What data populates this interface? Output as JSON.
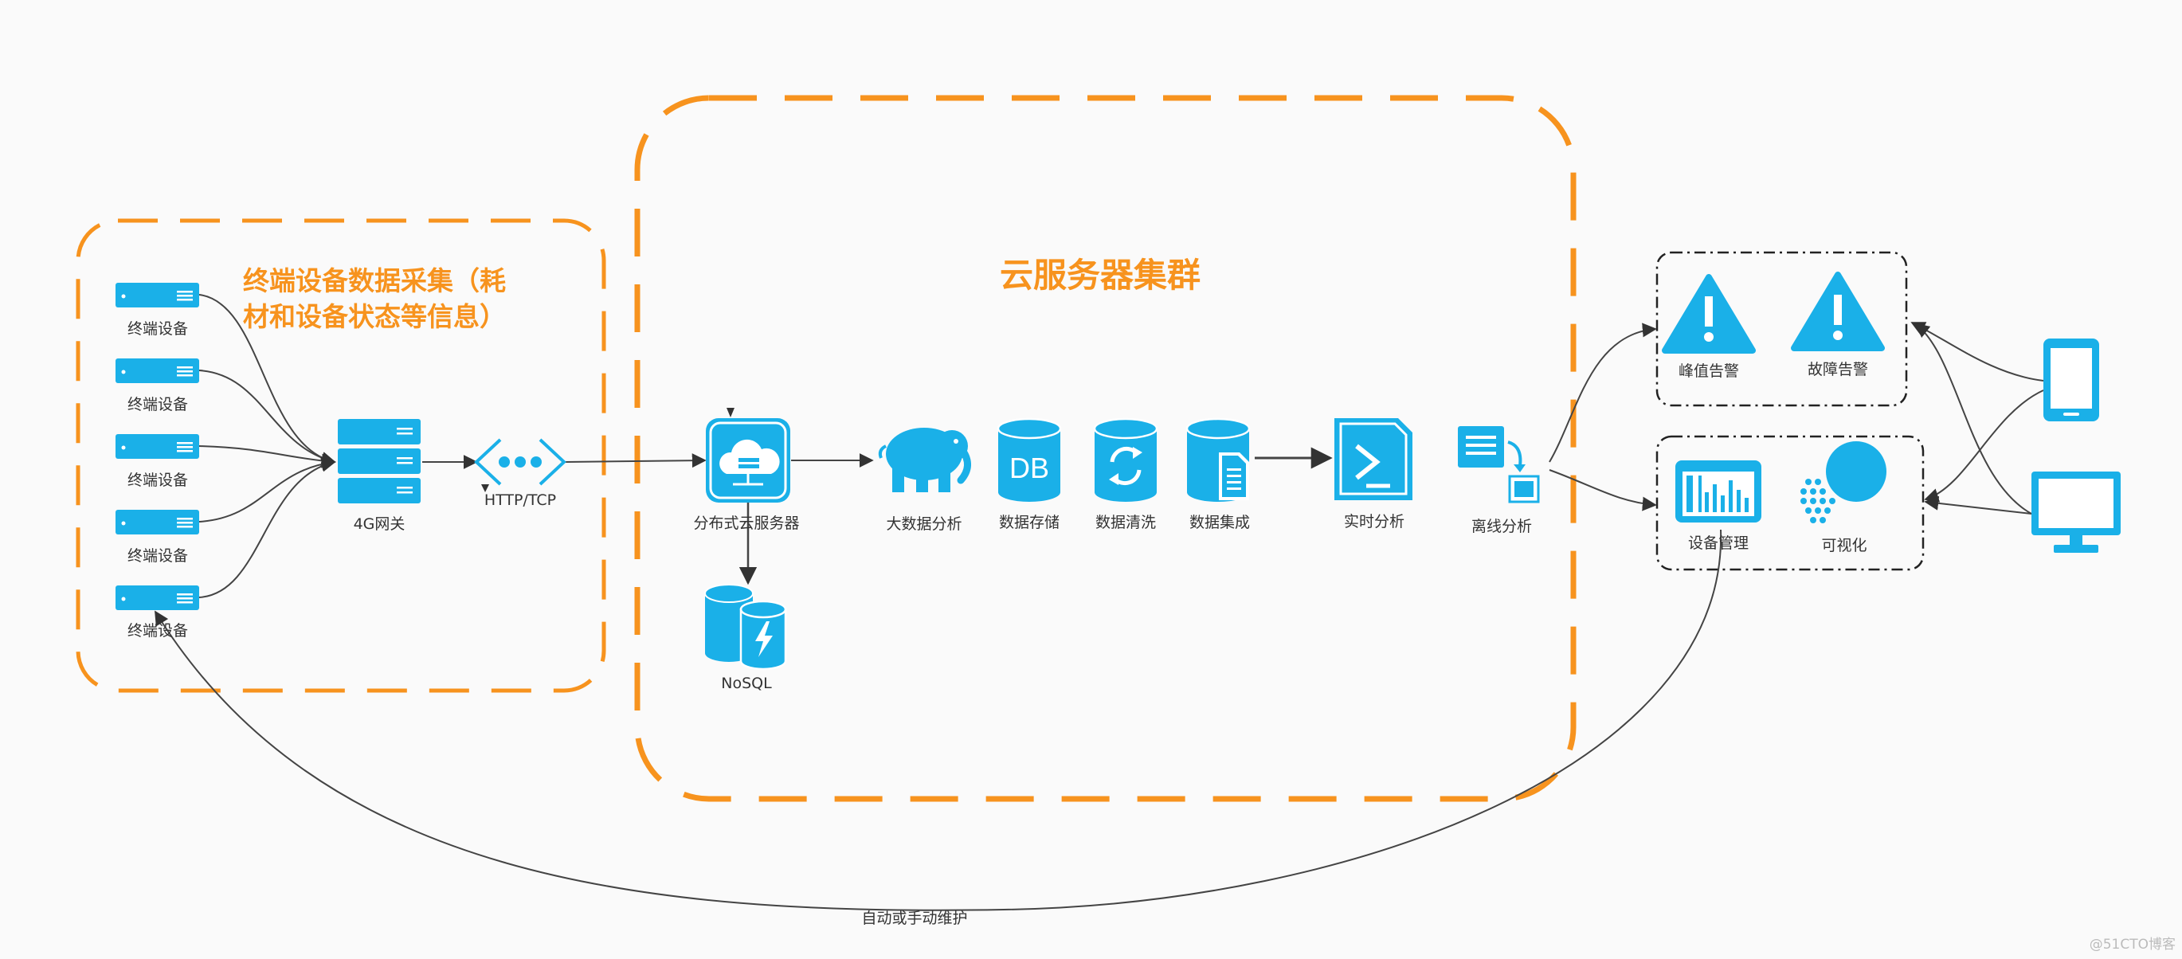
{
  "titles": {
    "terminal_group": "终端设备数据采集（耗材和设备状态等信息）",
    "cloud_cluster": "云服务器集群"
  },
  "terminals": [
    "终端设备",
    "终端设备",
    "终端设备",
    "终端设备",
    "终端设备"
  ],
  "nodes": {
    "gateway": "4G网关",
    "protocol": "HTTP/TCP",
    "cloud_server": "分布式云服务器",
    "nosql": "NoSQL",
    "bigdata": "大数据分析",
    "db_storage": "数据存储",
    "data_clean": "数据清洗",
    "data_integration": "数据集成",
    "realtime": "实时分析",
    "offline": "离线分析",
    "peak_alarm": "峰值告警",
    "fault_alarm": "故障告警",
    "device_mgmt": "设备管理",
    "visualization": "可视化"
  },
  "db_icon_text": "DB",
  "feedback_label": "自动或手动维护",
  "watermark": "@51CTO博客",
  "colors": {
    "icon_blue": "#1ab0e8",
    "dash_orange": "#f7931e",
    "line": "#444444"
  }
}
